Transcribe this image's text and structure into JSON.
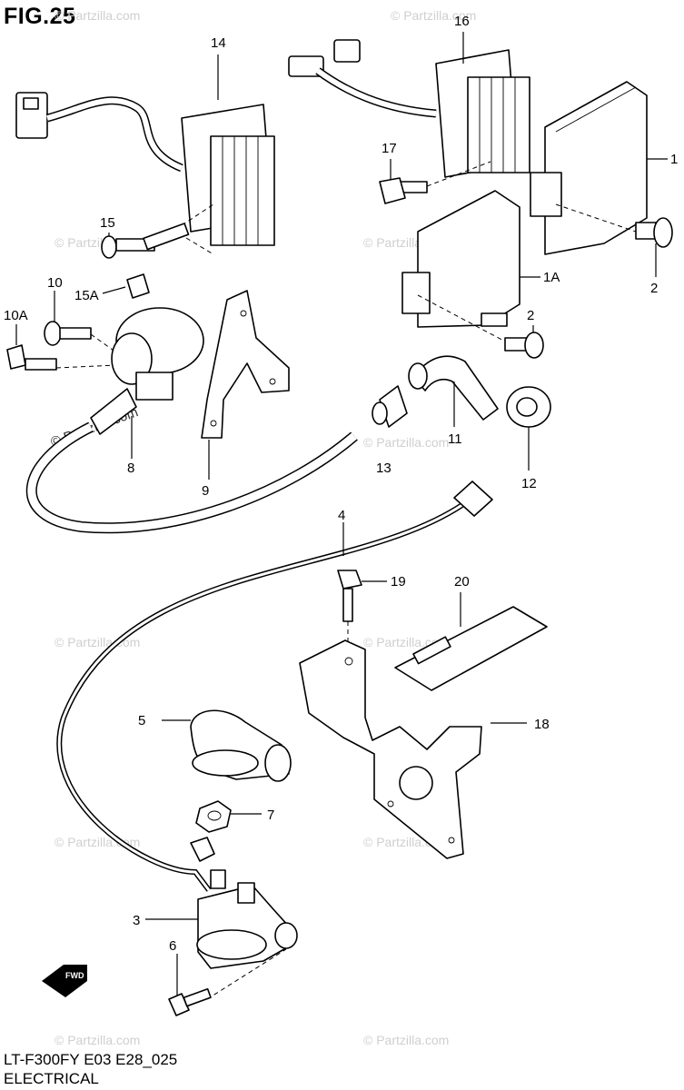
{
  "figure": {
    "title": "FIG.25",
    "model_code": "LT-F300FY E03 E28_025",
    "section": "ELECTRICAL"
  },
  "watermark": "© Partzilla.com",
  "callouts": {
    "c14": "14",
    "c16": "16",
    "c1": "1",
    "c17": "17",
    "c15": "15",
    "c15a": "15A",
    "c10": "10",
    "c10a": "10A",
    "c1a": "1A",
    "c2a": "2",
    "c2b": "2",
    "c8": "8",
    "c9": "9",
    "c13": "13",
    "c11": "11",
    "c12": "12",
    "c4": "4",
    "c19": "19",
    "c20": "20",
    "c5": "5",
    "c18": "18",
    "c7": "7",
    "c3": "3",
    "c6": "6"
  },
  "icons": {
    "fwd_arrow": "FWD"
  }
}
